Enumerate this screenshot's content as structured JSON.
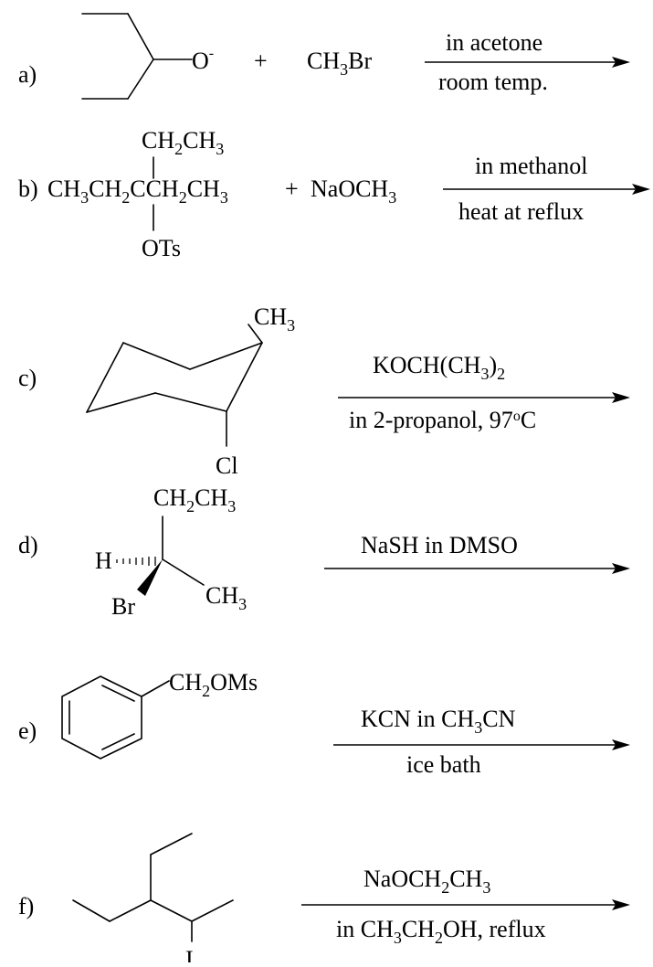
{
  "reactions": [
    {
      "label": "a)",
      "substrate": {
        "oxygen": "O",
        "charge": "-"
      },
      "plus": "+",
      "reagent": {
        "p1": "CH",
        "s1": "3",
        "p2": "Br"
      },
      "conditions_top": {
        "p1": "in acetone"
      },
      "conditions_bottom": {
        "p1": "room temp."
      }
    },
    {
      "label": "b)",
      "substrate": {
        "top_p1": "CH",
        "top_s1": "2",
        "top_p2": "CH",
        "top_s2": "3",
        "main_p1": "CH",
        "main_s1": "3",
        "main_p2": "CH",
        "main_s2": "2",
        "main_p3": "CCH",
        "main_s3": "2",
        "main_p4": "CH",
        "main_s4": "3",
        "bottom": "OTs"
      },
      "plus": "+",
      "reagent": {
        "p1": "NaOCH",
        "s1": "3"
      },
      "conditions_top": {
        "p1": "in methanol"
      },
      "conditions_bottom": {
        "p1": "heat at reflux"
      }
    },
    {
      "label": "c)",
      "substrate": {
        "methyl_p1": "CH",
        "methyl_s1": "3",
        "halogen": "Cl"
      },
      "conditions_top": {
        "p1": "KOCH(CH",
        "s1": "3",
        "p2": ")",
        "s2": "2"
      },
      "conditions_bottom": {
        "p1": "in 2-propanol, 97",
        "sup": "o",
        "p2": "C"
      }
    },
    {
      "label": "d)",
      "substrate": {
        "ethyl_p1": "CH",
        "ethyl_s1": "2",
        "ethyl_p2": "CH",
        "ethyl_s2": "3",
        "hydrogen": "H",
        "bromine": "Br",
        "methyl_p1": "CH",
        "methyl_s1": "3"
      },
      "conditions_top": {
        "p1": "NaSH in DMSO"
      }
    },
    {
      "label": "e)",
      "substrate": {
        "group_p1": "CH",
        "group_s1": "2",
        "group_p2": "OMs"
      },
      "conditions_top": {
        "p1": "KCN in CH",
        "s1": "3",
        "p2": "CN"
      },
      "conditions_bottom": {
        "p1": "ice bath"
      }
    },
    {
      "label": "f)",
      "substrate": {
        "halogen": "I"
      },
      "conditions_top": {
        "p1": "NaOCH",
        "s1": "2",
        "p2": "CH",
        "s2": "3"
      },
      "conditions_bottom": {
        "p1": "in CH",
        "s1": "3",
        "p2": "CH",
        "s2": "2",
        "p3": "OH, reflux"
      }
    }
  ]
}
